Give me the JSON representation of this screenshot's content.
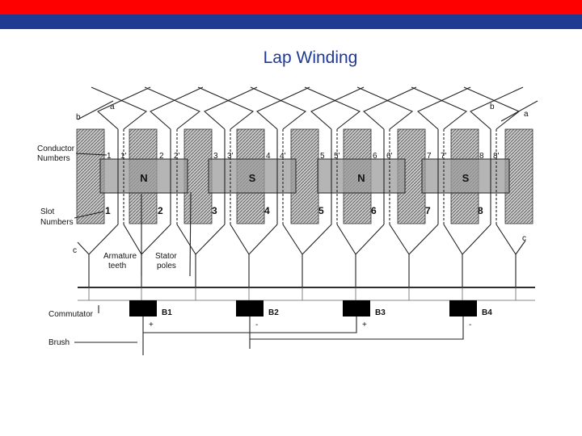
{
  "header": {
    "title": "Lap Winding"
  },
  "colors": {
    "top_bar": "#ff0000",
    "bottom_bar": "#1f3a93",
    "title": "#1f3a93"
  },
  "diagram": {
    "labels": {
      "conductor_numbers": [
        "Conductor",
        "Numbers"
      ],
      "slot_numbers": [
        "Slot",
        "Numbers"
      ],
      "armature_teeth": [
        "Armature",
        "teeth"
      ],
      "stator_poles": [
        "Stator",
        "poles"
      ],
      "commutator": "Commutator",
      "brush": "Brush",
      "a_left": "a",
      "b_left": "b",
      "b_right": "b",
      "a_right": "a",
      "c_left": "c",
      "c_right": "c"
    },
    "poles": [
      "N",
      "S",
      "N",
      "S"
    ],
    "slot_numbers": [
      "1",
      "2",
      "3",
      "4",
      "5",
      "6",
      "7",
      "8"
    ],
    "conductors": [
      "1",
      "1'",
      "2",
      "2'",
      "3",
      "3'",
      "4",
      "4'",
      "5",
      "5'",
      "6",
      "6'",
      "7",
      "7'",
      "8",
      "8'"
    ],
    "brushes": [
      "B1",
      "B2",
      "B3",
      "B4"
    ],
    "brush_signs": [
      "+",
      "-",
      "+",
      "-"
    ]
  }
}
